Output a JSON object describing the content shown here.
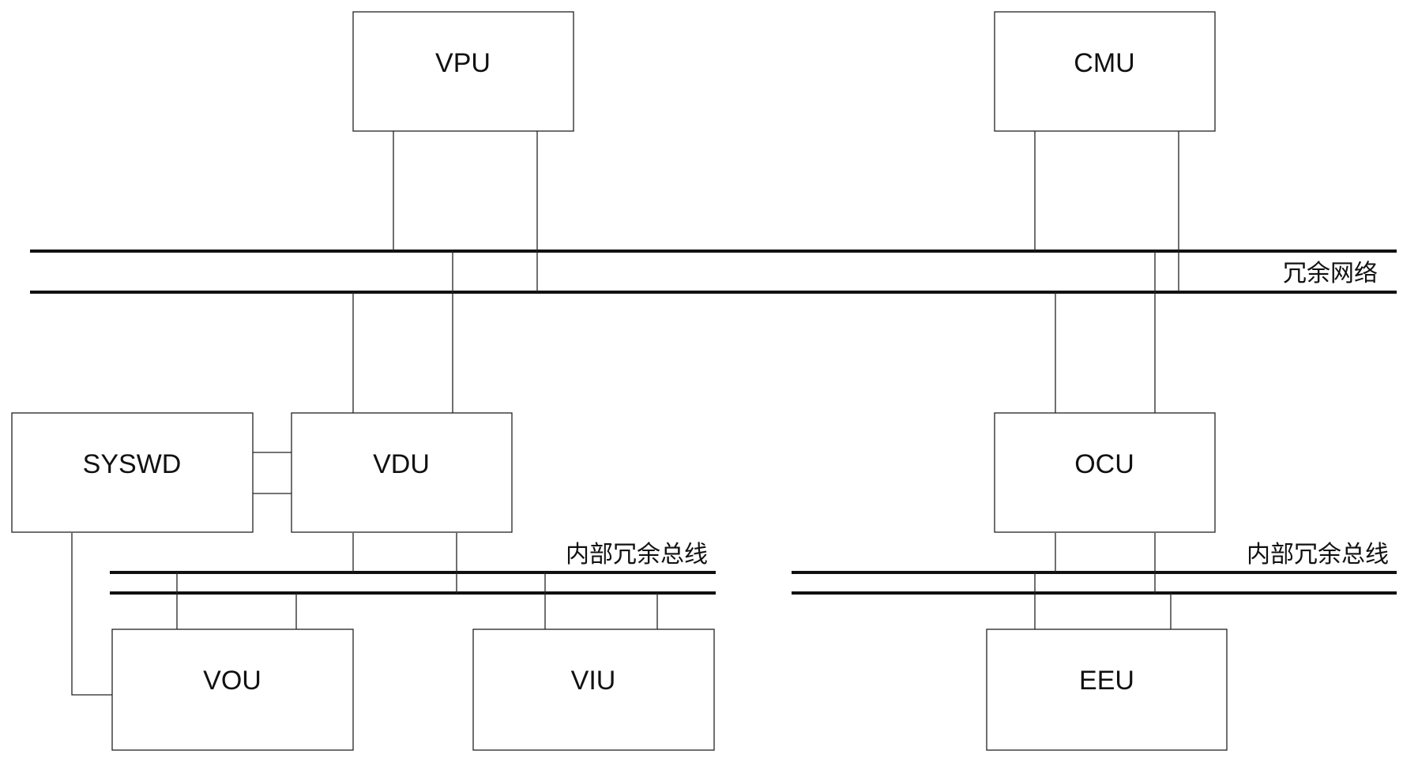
{
  "modules": {
    "vpu": "VPU",
    "cmu": "CMU",
    "syswd": "SYSWD",
    "vdu": "VDU",
    "ocu": "OCU",
    "vou": "VOU",
    "viu": "VIU",
    "eeu": "EEU"
  },
  "buses": {
    "redundant_network": "冗余网络",
    "internal_bus_left": "内部冗余总线",
    "internal_bus_right": "内部冗余总线"
  }
}
